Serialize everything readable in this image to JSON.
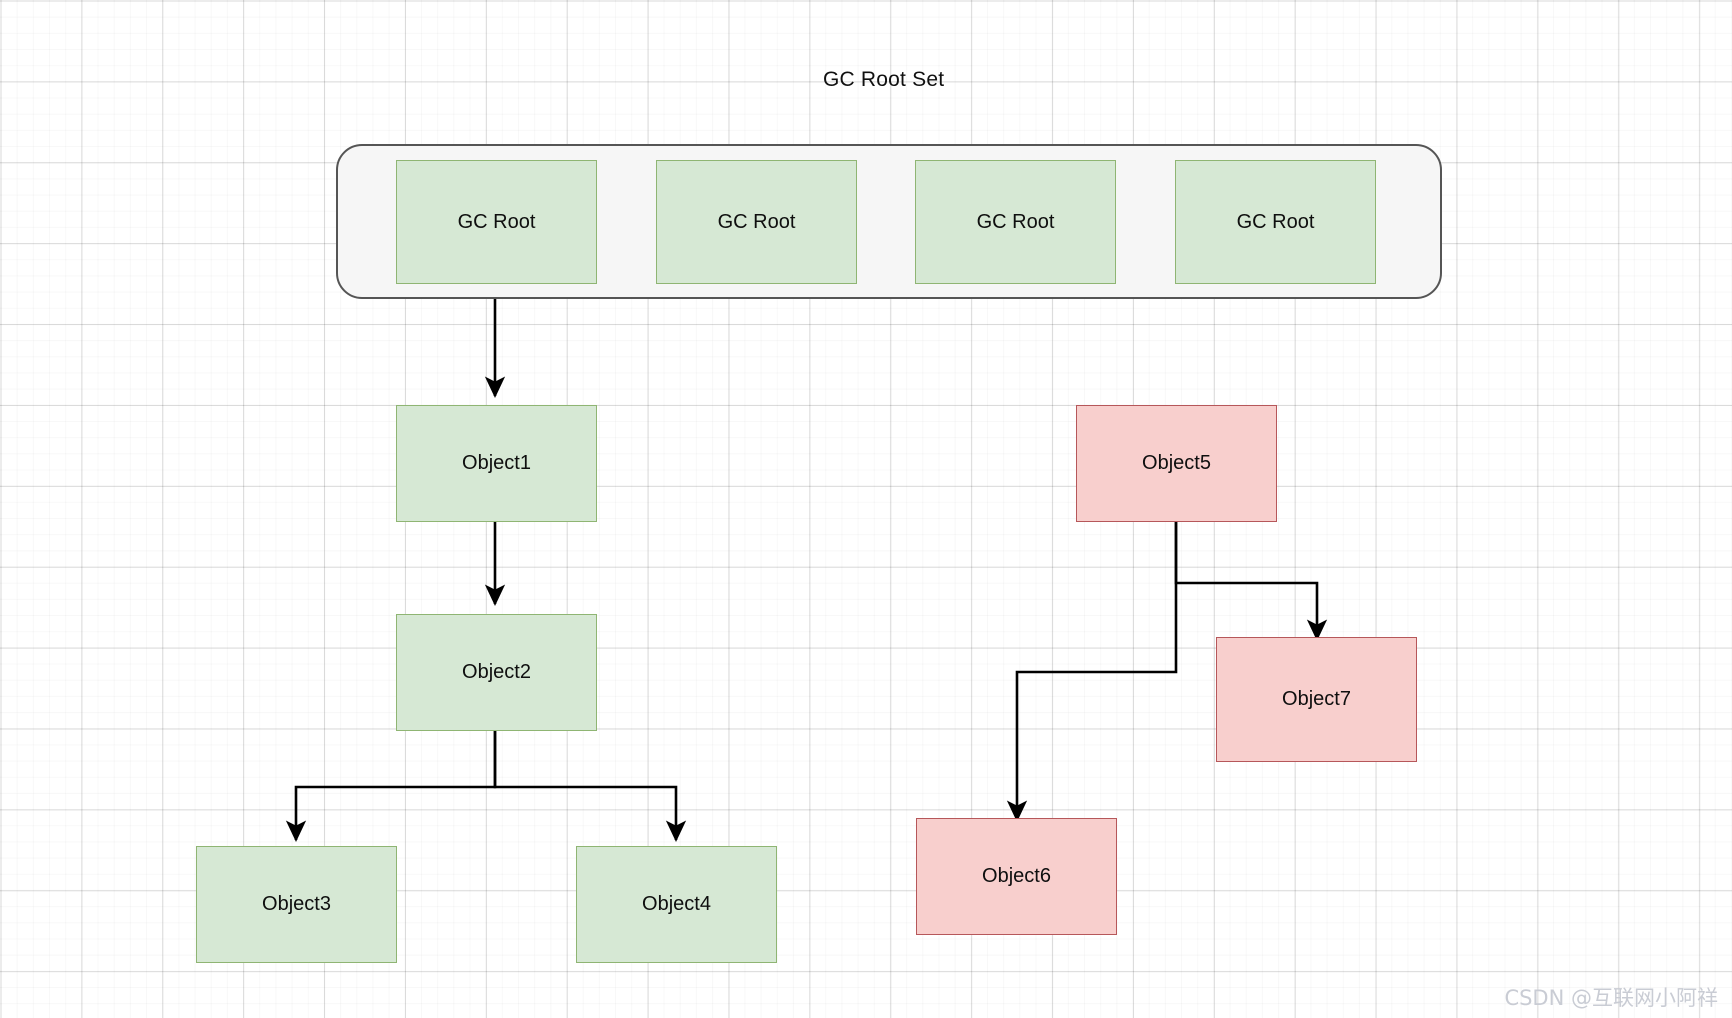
{
  "diagram": {
    "title": "GC Root Set",
    "colors": {
      "reachable_fill": "#d6e8d4",
      "reachable_stroke": "#8fb573",
      "unreachable_fill": "#f8cfcd",
      "unreachable_stroke": "#b6575a",
      "container_fill": "#f6f6f6",
      "container_stroke": "#555555",
      "edge_stroke": "#000000",
      "canvas_background": "#ffffff"
    },
    "root_set": {
      "label": "GC Root Set",
      "roots": [
        {
          "label": "GC Root"
        },
        {
          "label": "GC Root"
        },
        {
          "label": "GC Root"
        },
        {
          "label": "GC Root"
        }
      ]
    },
    "nodes": [
      {
        "id": "object1",
        "label": "Object1",
        "state": "reachable"
      },
      {
        "id": "object2",
        "label": "Object2",
        "state": "reachable"
      },
      {
        "id": "object3",
        "label": "Object3",
        "state": "reachable"
      },
      {
        "id": "object4",
        "label": "Object4",
        "state": "reachable"
      },
      {
        "id": "object5",
        "label": "Object5",
        "state": "unreachable"
      },
      {
        "id": "object6",
        "label": "Object6",
        "state": "unreachable"
      },
      {
        "id": "object7",
        "label": "Object7",
        "state": "unreachable"
      }
    ],
    "edges": [
      {
        "from": "gc-root-1",
        "to": "object1"
      },
      {
        "from": "object1",
        "to": "object2"
      },
      {
        "from": "object2",
        "to": "object3"
      },
      {
        "from": "object2",
        "to": "object4"
      },
      {
        "from": "object5",
        "to": "object6"
      },
      {
        "from": "object5",
        "to": "object7"
      }
    ]
  },
  "watermark": {
    "text": "CSDN @互联网小阿祥"
  }
}
